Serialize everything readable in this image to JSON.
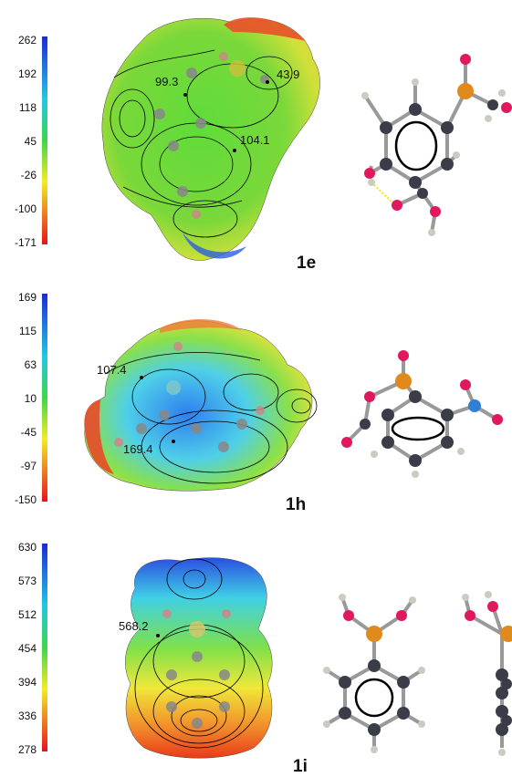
{
  "panels": [
    {
      "id": "1e",
      "label": "1e",
      "scale_ticks": [
        "262",
        "192",
        "118",
        "45",
        "-26",
        "-100",
        "-171"
      ],
      "values": [
        "99.3",
        "43.9",
        "104.1"
      ]
    },
    {
      "id": "1h",
      "label": "1h",
      "scale_ticks": [
        "169",
        "115",
        "63",
        "10",
        "-45",
        "-97",
        "-150"
      ],
      "values": [
        "107.4",
        "169.4"
      ]
    },
    {
      "id": "1i",
      "label": "1i",
      "scale_ticks": [
        "630",
        "573",
        "512",
        "454",
        "394",
        "336",
        "278"
      ],
      "values": [
        "568.2"
      ]
    }
  ],
  "colors": {
    "carbon": "#3a3d47",
    "hydrogen": "#c9ccc0",
    "oxygen": "#e0195f",
    "phosphorus": "#e08a1e",
    "nitrogen": "#2f7fd6",
    "hbond": "#f3e21c"
  }
}
